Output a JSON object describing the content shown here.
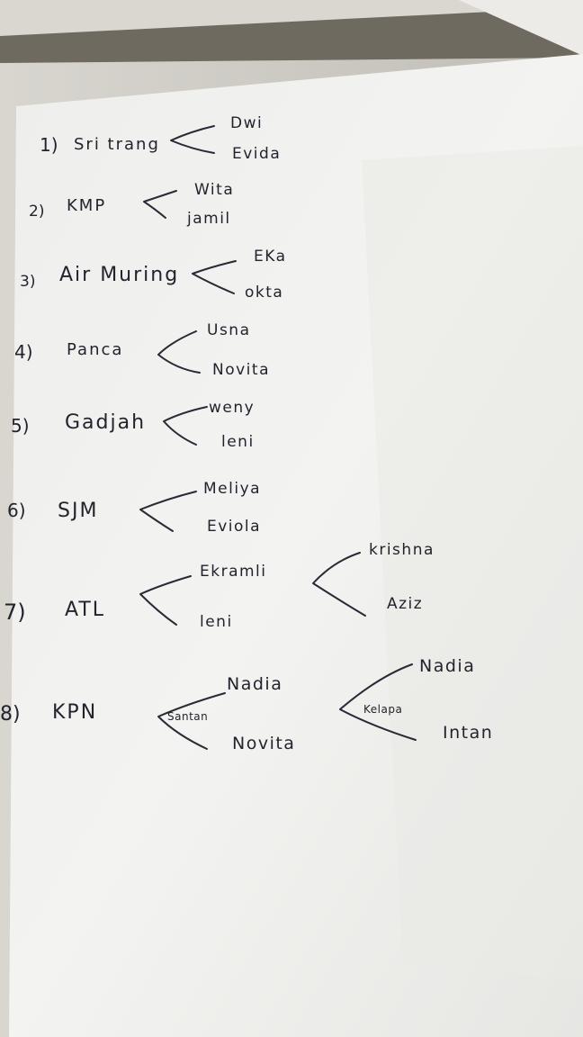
{
  "entries": [
    {
      "number": "1)",
      "name": "Sri trang",
      "branches": [
        "Dwi",
        "Evida"
      ]
    },
    {
      "number": "2)",
      "name": "KMP",
      "branches": [
        "Wita",
        "jamil"
      ]
    },
    {
      "number": "3)",
      "name": "Air Muring",
      "branches": [
        "EKa",
        "okta"
      ]
    },
    {
      "number": "4)",
      "name": "Panca",
      "branches": [
        "Usna",
        "Novita"
      ]
    },
    {
      "number": "5)",
      "name": "Gadjah",
      "branches": [
        "weny",
        "leni"
      ]
    },
    {
      "number": "6)",
      "name": "SJM",
      "branches": [
        "Meliya",
        "Eviola"
      ]
    },
    {
      "number": "7)",
      "name": "ATL",
      "branches": [
        "Ekramli",
        "leni"
      ],
      "sub_branches": [
        "krishna",
        "Aziz"
      ]
    },
    {
      "number": "8)",
      "name": "KPN",
      "label_santan": "Santan",
      "branches": [
        "Nadia",
        "Novita"
      ],
      "label_kelapa": "Kelapa",
      "sub_branches": [
        "Nadia",
        "Intan"
      ]
    }
  ],
  "colors": {
    "ink": "#23232e",
    "paper": "#f2f2f0",
    "background": "#cfcfca"
  }
}
